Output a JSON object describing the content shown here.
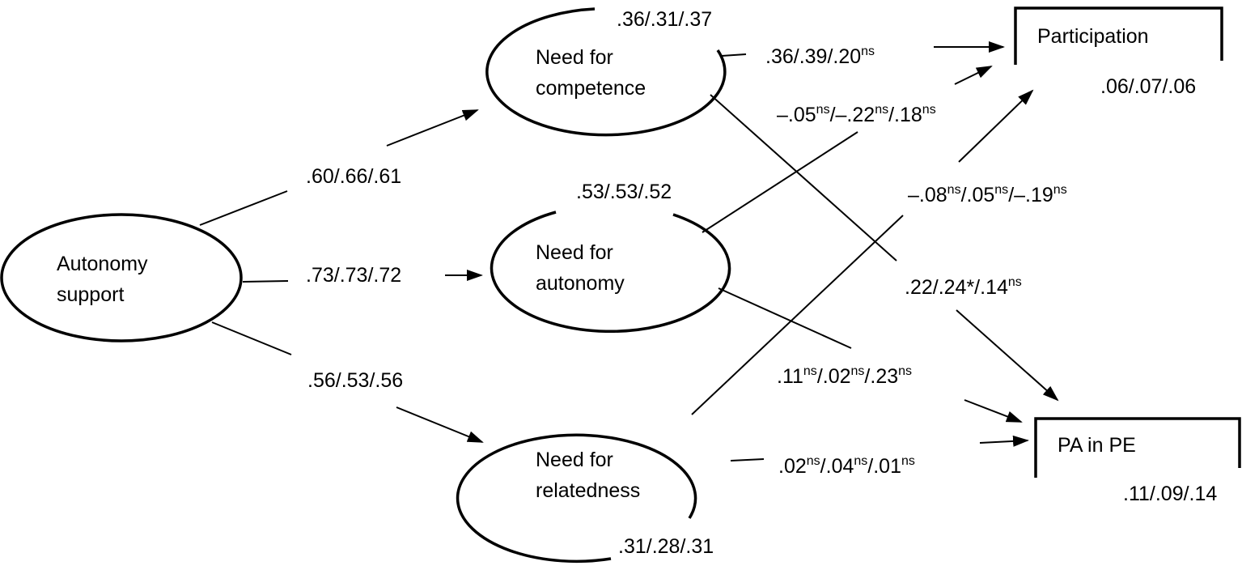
{
  "constructs": {
    "autonomy_support": [
      "Autonomy",
      "support"
    ],
    "need_competence": [
      "Need for",
      "competence"
    ],
    "need_autonomy": [
      "Need for",
      "autonomy"
    ],
    "need_relatedness": [
      "Need for",
      "relatedness"
    ],
    "participation": "Participation",
    "pa_in_pe": "PA in PE"
  },
  "r_squared": {
    "need_competence": ".36/.31/.37",
    "need_autonomy": ".53/.53/.52",
    "need_relatedness": ".31/.28/.31",
    "participation": ".06/.07/.06",
    "pa_in_pe": ".11/.09/.14"
  },
  "paths": {
    "autonomy_support_to_competence": ".60/.66/.61",
    "autonomy_support_to_autonomy": ".73/.73/.72",
    "autonomy_support_to_relatedness": ".56/.53/.56",
    "competence_to_participation": [
      {
        "text": ".36/.39/.20"
      },
      {
        "text": "ns",
        "sup": true
      }
    ],
    "autonomy_to_participation": [
      {
        "text": "–.05"
      },
      {
        "text": "ns",
        "sup": true
      },
      {
        "text": "/–.22"
      },
      {
        "text": "ns",
        "sup": true
      },
      {
        "text": "/.18"
      },
      {
        "text": "ns",
        "sup": true
      }
    ],
    "relatedness_to_participation": [
      {
        "text": "–.08"
      },
      {
        "text": "ns",
        "sup": true
      },
      {
        "text": "/.05"
      },
      {
        "text": "ns",
        "sup": true
      },
      {
        "text": "/–.19"
      },
      {
        "text": "ns",
        "sup": true
      }
    ],
    "competence_to_pa_in_pe": [
      {
        "text": ".22/.24*/.14"
      },
      {
        "text": "ns",
        "sup": true
      }
    ],
    "autonomy_to_pa_in_pe": [
      {
        "text": ".11"
      },
      {
        "text": "ns",
        "sup": true
      },
      {
        "text": "/.02"
      },
      {
        "text": "ns",
        "sup": true
      },
      {
        "text": "/.23"
      },
      {
        "text": "ns",
        "sup": true
      }
    ],
    "relatedness_to_pa_in_pe": [
      {
        "text": ".02"
      },
      {
        "text": "ns",
        "sup": true
      },
      {
        "text": "/.04"
      },
      {
        "text": "ns",
        "sup": true
      },
      {
        "text": "/.01"
      },
      {
        "text": "ns",
        "sup": true
      }
    ]
  }
}
